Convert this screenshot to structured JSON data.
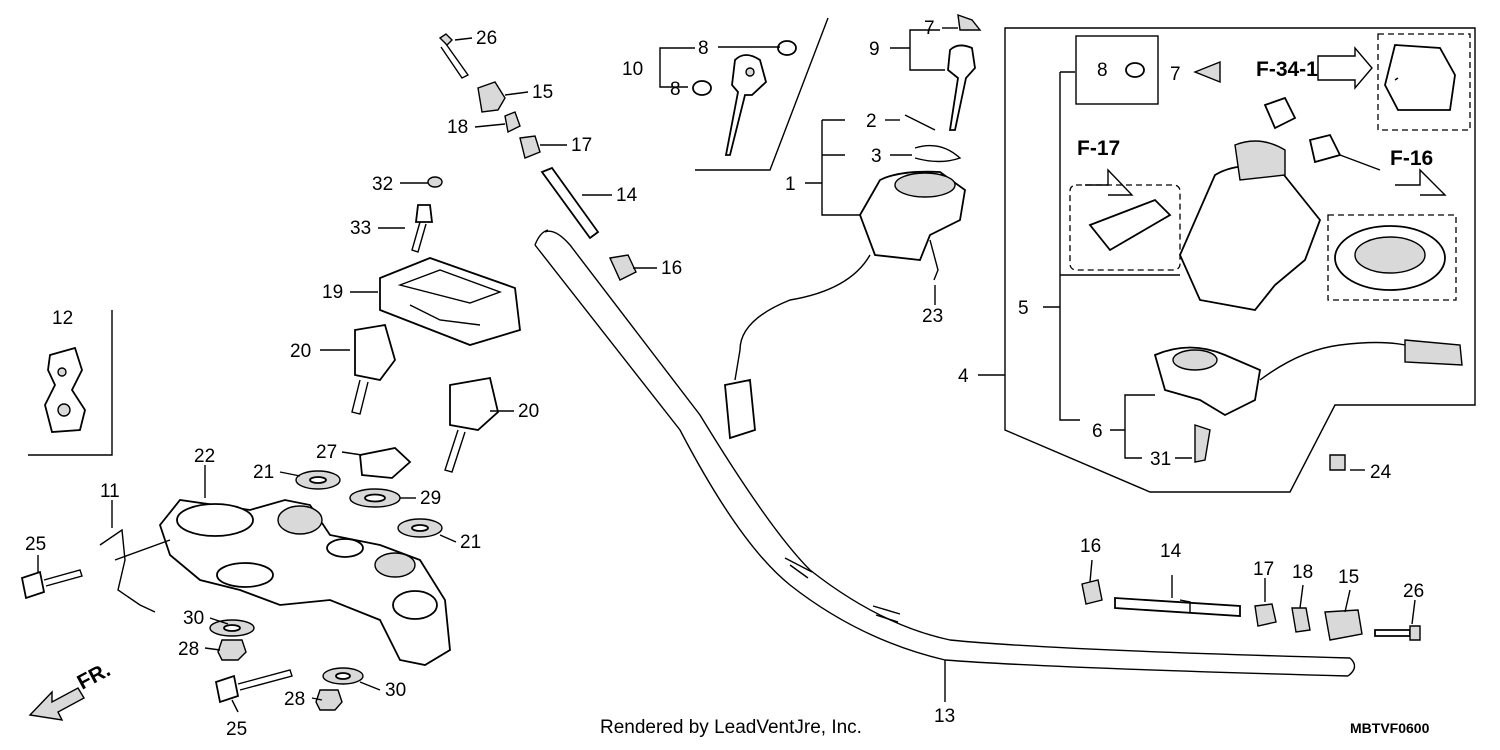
{
  "callouts": {
    "n1": "1",
    "n2": "2",
    "n3": "3",
    "n4": "4",
    "n5": "5",
    "n6": "6",
    "n7a": "7",
    "n7b": "7",
    "n8a": "8",
    "n8b": "8",
    "n8c": "8",
    "n9": "9",
    "n10": "10",
    "n11": "11",
    "n12": "12",
    "n13": "13",
    "n14a": "14",
    "n14b": "14",
    "n15a": "15",
    "n15b": "15",
    "n16a": "16",
    "n16b": "16",
    "n17a": "17",
    "n17b": "17",
    "n18a": "18",
    "n18b": "18",
    "n19": "19",
    "n20a": "20",
    "n20b": "20",
    "n21a": "21",
    "n21b": "21",
    "n22": "22",
    "n23": "23",
    "n24": "24",
    "n25a": "25",
    "n25b": "25",
    "n26a": "26",
    "n26b": "26",
    "n27": "27",
    "n28a": "28",
    "n28b": "28",
    "n29": "29",
    "n30a": "30",
    "n30b": "30",
    "n31": "31",
    "n32": "32",
    "n33": "33"
  },
  "refs": {
    "f34": "F-34-1",
    "f17": "F-17",
    "f16": "F-16"
  },
  "direction": "FR.",
  "footer": {
    "credit": "Rendered by LeadVentJre, Inc.",
    "code": "MBTVF0600"
  }
}
